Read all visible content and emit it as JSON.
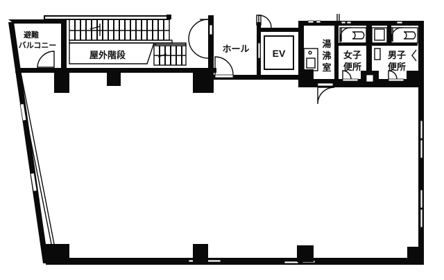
{
  "floor_plan": {
    "rooms": {
      "balcony": {
        "line1": "避難",
        "line2": "バルコニー"
      },
      "outdoor_stairs": "屋外階段",
      "hall": "ホール",
      "elevator": "EV",
      "kitchenette": {
        "line1": "湯",
        "line2": "沸",
        "line3": "室"
      },
      "womens_restroom": {
        "line1": "女子",
        "line2": "便所"
      },
      "mens_restroom": {
        "line1": "男子",
        "line2": "便所"
      }
    },
    "colors": {
      "wall": "#0a0a0a",
      "background": "#ffffff"
    }
  }
}
